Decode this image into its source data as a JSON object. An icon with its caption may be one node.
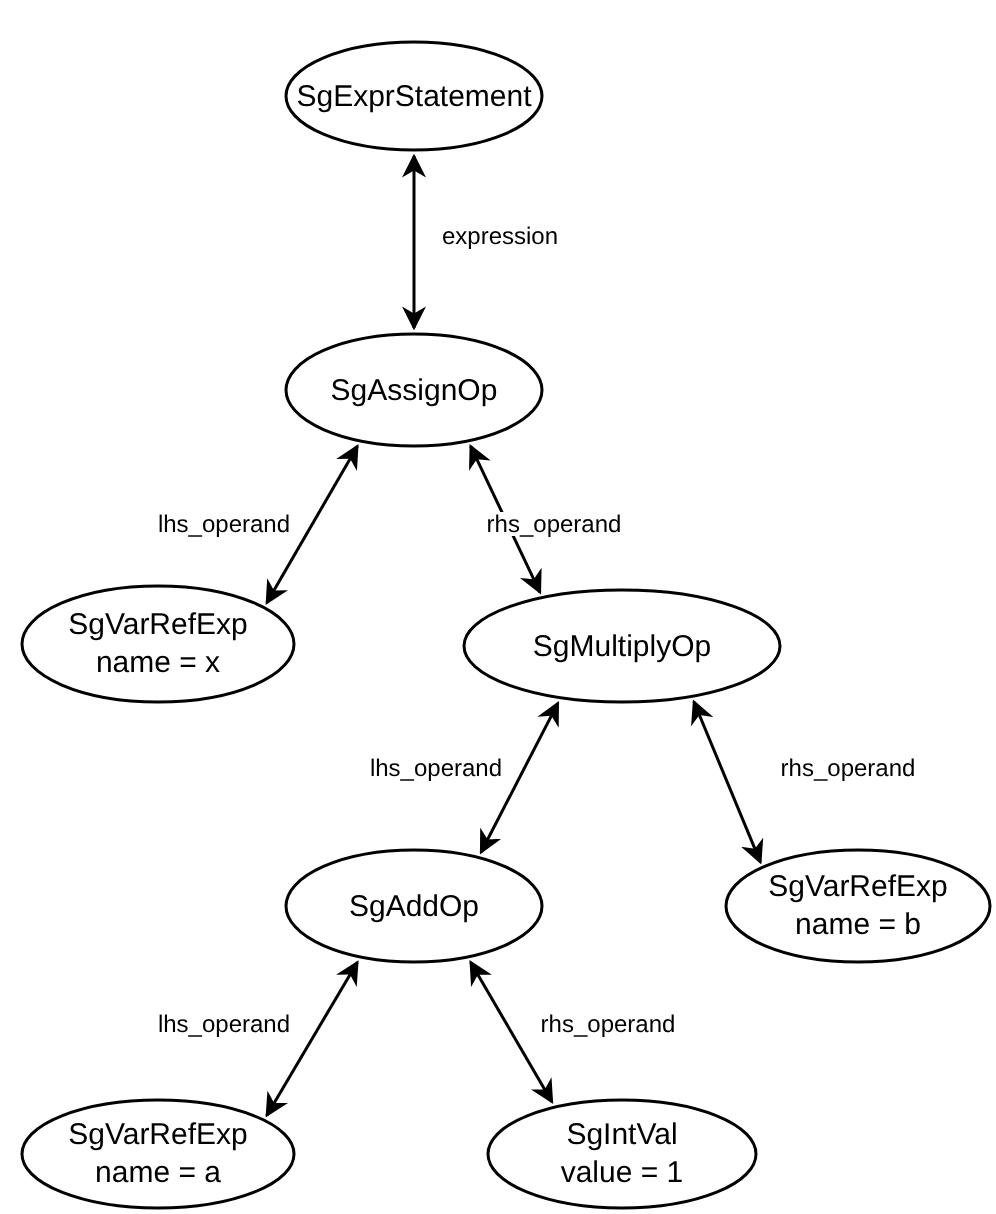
{
  "diagram": {
    "nodes": [
      {
        "text": [
          "SgExprStatement"
        ]
      },
      {
        "text": [
          "SgAssignOp"
        ]
      },
      {
        "text": [
          "SgVarRefExp",
          "name = x"
        ]
      },
      {
        "text": [
          "SgMultiplyOp"
        ]
      },
      {
        "text": [
          "SgAddOp"
        ]
      },
      {
        "text": [
          "SgVarRefExp",
          "name = b"
        ]
      },
      {
        "text": [
          "SgVarRefExp",
          "name = a"
        ]
      },
      {
        "text": [
          "SgIntVal",
          "value = 1"
        ]
      }
    ],
    "edges": [
      {
        "from": 0,
        "to": 1,
        "arrow": "both",
        "label": "expression"
      },
      {
        "from": 1,
        "to": 2,
        "arrow": "both",
        "label": "lhs_operand"
      },
      {
        "from": 1,
        "to": 3,
        "arrow": "both",
        "label": "rhs_operand"
      },
      {
        "from": 3,
        "to": 4,
        "arrow": "both",
        "label": "lhs_operand"
      },
      {
        "from": 3,
        "to": 5,
        "arrow": "both",
        "label": "rhs_operand"
      },
      {
        "from": 4,
        "to": 6,
        "arrow": "both",
        "label": "lhs_operand"
      },
      {
        "from": 4,
        "to": 7,
        "arrow": "both",
        "label": "rhs_operand"
      }
    ]
  }
}
